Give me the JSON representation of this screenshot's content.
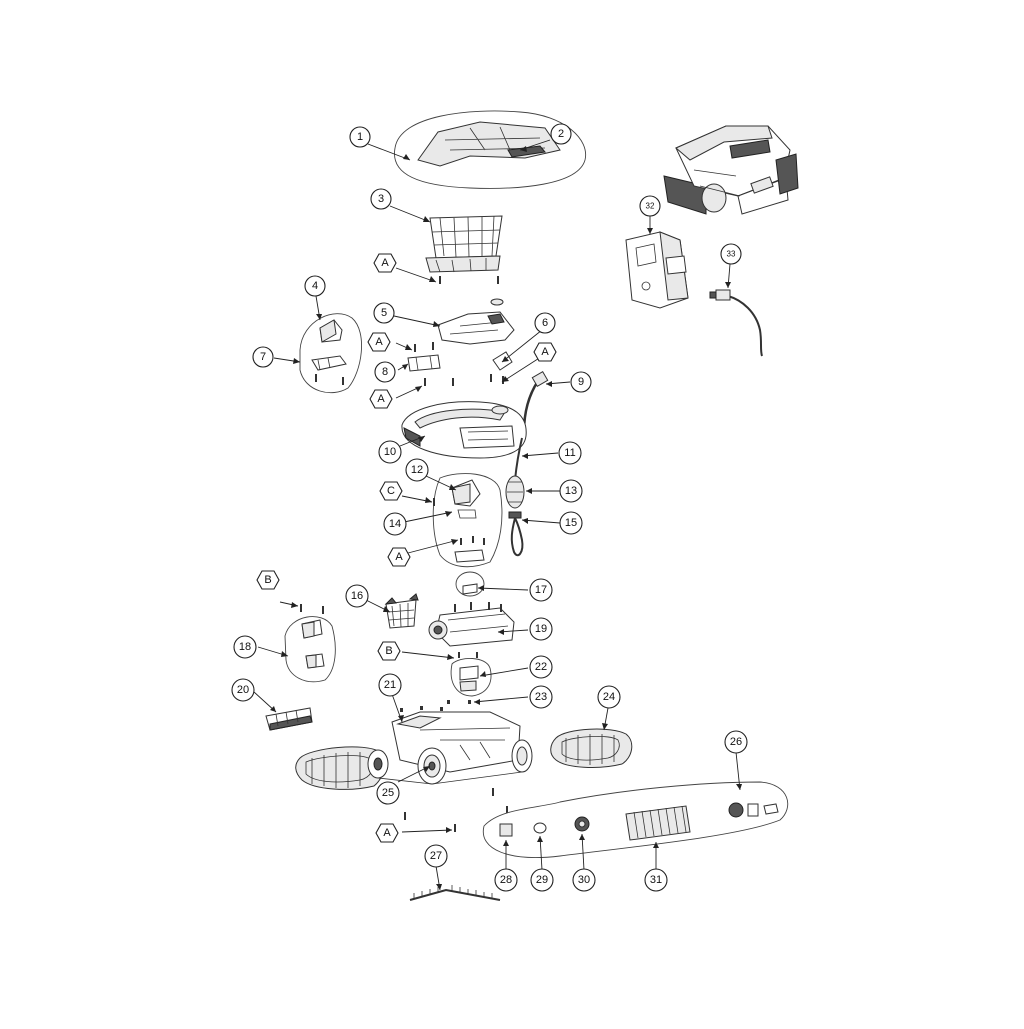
{
  "callouts": [
    {
      "id": "1",
      "label": "1"
    },
    {
      "id": "2",
      "label": "2"
    },
    {
      "id": "3",
      "label": "3"
    },
    {
      "id": "4",
      "label": "4"
    },
    {
      "id": "5",
      "label": "5"
    },
    {
      "id": "6",
      "label": "6"
    },
    {
      "id": "7",
      "label": "7"
    },
    {
      "id": "8",
      "label": "8"
    },
    {
      "id": "9",
      "label": "9"
    },
    {
      "id": "10",
      "label": "10"
    },
    {
      "id": "11",
      "label": "11"
    },
    {
      "id": "12",
      "label": "12"
    },
    {
      "id": "13",
      "label": "13"
    },
    {
      "id": "14",
      "label": "14"
    },
    {
      "id": "15",
      "label": "15"
    },
    {
      "id": "16",
      "label": "16"
    },
    {
      "id": "17",
      "label": "17"
    },
    {
      "id": "18",
      "label": "18"
    },
    {
      "id": "19",
      "label": "19"
    },
    {
      "id": "20",
      "label": "20"
    },
    {
      "id": "21",
      "label": "21"
    },
    {
      "id": "22",
      "label": "22"
    },
    {
      "id": "23",
      "label": "23"
    },
    {
      "id": "24",
      "label": "24"
    },
    {
      "id": "25",
      "label": "25"
    },
    {
      "id": "26",
      "label": "26"
    },
    {
      "id": "27",
      "label": "27"
    },
    {
      "id": "28",
      "label": "28"
    },
    {
      "id": "29",
      "label": "29"
    },
    {
      "id": "30",
      "label": "30"
    },
    {
      "id": "31",
      "label": "31"
    },
    {
      "id": "32",
      "label": "32"
    },
    {
      "id": "33",
      "label": "33"
    }
  ],
  "fastener_tags": [
    {
      "id": "A-1",
      "label": "A"
    },
    {
      "id": "A-2",
      "label": "A"
    },
    {
      "id": "A-3",
      "label": "A"
    },
    {
      "id": "A-4",
      "label": "A"
    },
    {
      "id": "A-5",
      "label": "A"
    },
    {
      "id": "A-6",
      "label": "A"
    },
    {
      "id": "B-1",
      "label": "B"
    },
    {
      "id": "B-2",
      "label": "B"
    },
    {
      "id": "C-1",
      "label": "C"
    }
  ],
  "colors": {
    "line": "#222222",
    "background": "#ffffff",
    "shade": "#e9e9e9"
  }
}
